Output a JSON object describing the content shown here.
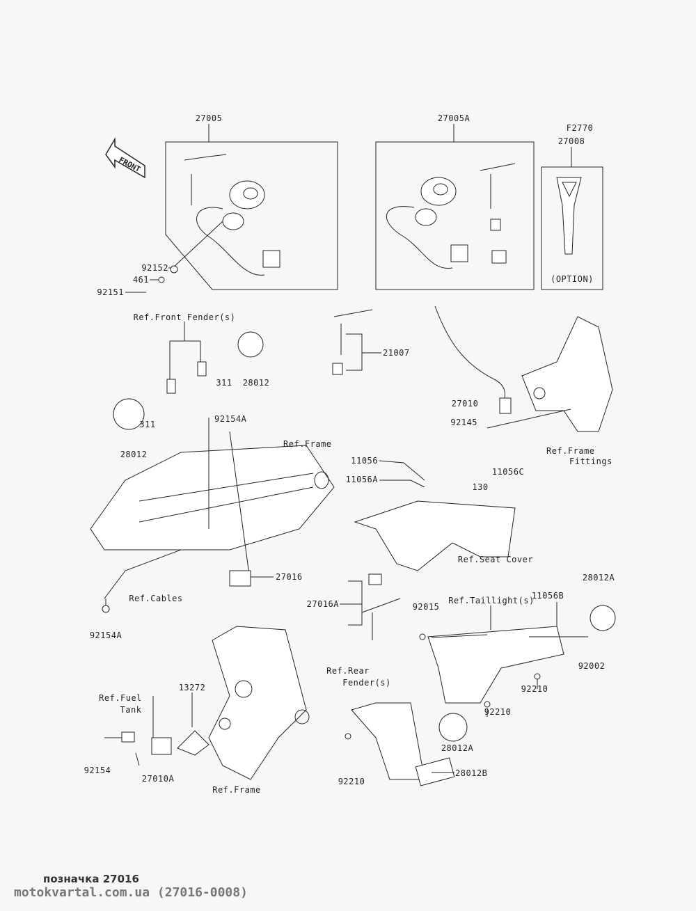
{
  "front_arrow": "FRONT",
  "labels": {
    "p27005": "27005",
    "p27005A": "27005A",
    "f2770": "F2770",
    "p27008": "27008",
    "option": "(OPTION)",
    "p92152": "92152",
    "p461": "461",
    "p92151": "92151",
    "ref_front_fender": "Ref.Front Fender(s)",
    "p311a": "311",
    "p28012a": "28012",
    "p311b": "311",
    "p28012b": "28012",
    "p21007": "21007",
    "p27010": "27010",
    "p92145": "92145",
    "p92154A_top": "92154A",
    "ref_frame_top": "Ref.Frame",
    "ref_frame_fittings_1": "Ref.Frame",
    "ref_frame_fittings_2": "Fittings",
    "p11056": "11056",
    "p11056A": "11056A",
    "p130": "130",
    "p11056C": "11056C",
    "ref_seat_cover": "Ref.Seat Cover",
    "p27016": "27016",
    "ref_cables": "Ref.Cables",
    "p92154A_bottom": "92154A",
    "p27016A": "27016A",
    "p92015": "92015",
    "ref_taillight": "Ref.Taillight(s)",
    "p11056B": "11056B",
    "p28012A_top": "28012A",
    "p92002": "92002",
    "ref_rear_fender_1": "Ref.Rear",
    "ref_rear_fender_2": "Fender(s)",
    "p92210_a": "92210",
    "p92210_b": "92210",
    "p28012A_bottom": "28012A",
    "ref_fuel_tank_1": "Ref.Fuel",
    "ref_fuel_tank_2": "Tank",
    "p13272": "13272",
    "p92154": "92154",
    "p27010A": "27010A",
    "ref_frame_bottom": "Ref.Frame",
    "p92210_c": "92210",
    "p28012B": "28012B"
  },
  "caption": "позначка 27016",
  "watermark": "motokvartal.com.ua (27016-0008)"
}
